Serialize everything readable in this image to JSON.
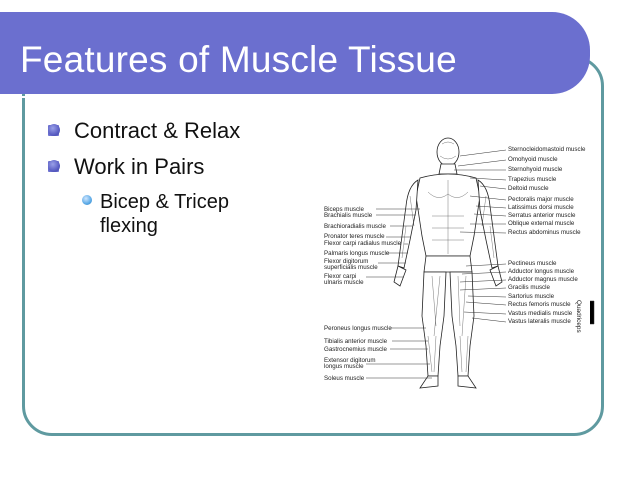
{
  "slide": {
    "title": "Features of Muscle Tissue",
    "bullets": [
      {
        "text": "Contract & Relax"
      },
      {
        "text": "Work in Pairs"
      }
    ],
    "sub_bullets": [
      {
        "line1": "Bicep & Tricep",
        "line2": "flexing"
      }
    ]
  },
  "figure": {
    "left_labels": [
      {
        "text": "Biceps muscle"
      },
      {
        "text": "Brachialis muscle"
      },
      {
        "text": "Brachioradialis muscle"
      },
      {
        "text": "Pronator teres muscle"
      },
      {
        "text": "Flexor carpi radialus muscle"
      },
      {
        "text": "Palmaris longus muscle"
      },
      {
        "text": "Flexor digitorum"
      },
      {
        "text": "superficialis muscle"
      },
      {
        "text": "Flexor carpi"
      },
      {
        "text": "ulnaris muscle"
      },
      {
        "text": "Peroneus longus muscle"
      },
      {
        "text": "Tibialis anterior muscle"
      },
      {
        "text": "Gastrocnemius muscle"
      },
      {
        "text": "Extensor digitorum"
      },
      {
        "text": "longus muscle"
      },
      {
        "text": "Soleus muscle"
      }
    ],
    "right_labels": [
      {
        "text": "Sternocleidomastoid muscle"
      },
      {
        "text": "Omohyoid muscle"
      },
      {
        "text": "Sternohyoid muscle"
      },
      {
        "text": "Trapezius muscle"
      },
      {
        "text": "Deltoid muscle"
      },
      {
        "text": "Pectoralis major muscle"
      },
      {
        "text": "Latissimus dorsi muscle"
      },
      {
        "text": "Serratus anterior muscle"
      },
      {
        "text": "Oblique external muscle"
      },
      {
        "text": "Rectus abdominus muscle"
      },
      {
        "text": "Pectineus muscle"
      },
      {
        "text": "Adductor longus muscle"
      },
      {
        "text": "Adductor magnus muscle"
      },
      {
        "text": "Gracilis muscle"
      },
      {
        "text": "Sartorius muscle"
      },
      {
        "text": "Rectus femoris muscle"
      },
      {
        "text": "Vastus medialis muscle"
      },
      {
        "text": "Vastus lateralis muscle"
      }
    ],
    "group_label": "Quadriceps"
  },
  "colors": {
    "title_bar": "#6b6fcf",
    "frame_border": "#5f9aa0"
  }
}
